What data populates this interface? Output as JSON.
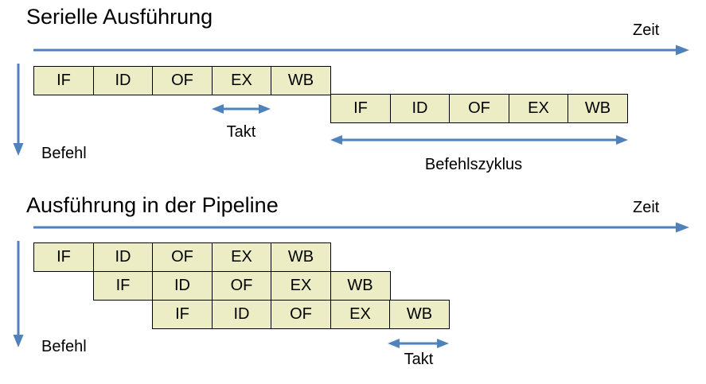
{
  "colors": {
    "background": "#ffffff",
    "text": "#000000",
    "box_fill": "#ecedc5",
    "box_border": "#000000",
    "arrow_blue": "#4f81bd"
  },
  "serial": {
    "title": "Serielle Ausführung",
    "time_label": "Zeit",
    "instruction_axis_label": "Befehl",
    "takt_label": "Takt",
    "cycle_label": "Befehlszyklus",
    "rows": [
      {
        "stages": [
          "IF",
          "ID",
          "OF",
          "EX",
          "WB"
        ]
      },
      {
        "stages": [
          "IF",
          "ID",
          "OF",
          "EX",
          "WB"
        ]
      }
    ]
  },
  "pipeline": {
    "title": "Ausführung in der Pipeline",
    "time_label": "Zeit",
    "instruction_axis_label": "Befehl",
    "takt_label": "Takt",
    "rows": [
      {
        "stages": [
          "IF",
          "ID",
          "OF",
          "EX",
          "WB"
        ]
      },
      {
        "stages": [
          "IF",
          "ID",
          "OF",
          "EX",
          "WB"
        ]
      },
      {
        "stages": [
          "IF",
          "ID",
          "OF",
          "EX",
          "WB"
        ]
      }
    ]
  }
}
